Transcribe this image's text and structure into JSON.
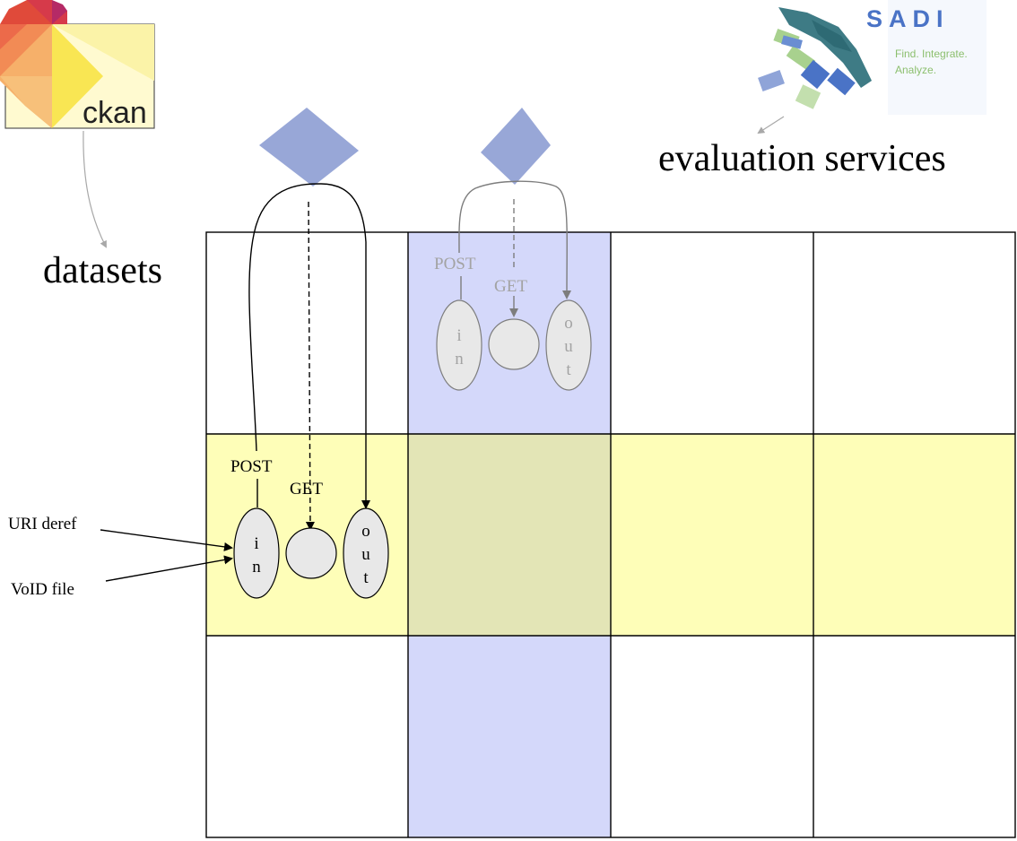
{
  "logos": {
    "ckan": {
      "text": "ckan"
    },
    "sadi": {
      "name": "SADI",
      "tagline_1": "Find. Integrate.",
      "tagline_2": "Analyze."
    }
  },
  "labels": {
    "datasets": "datasets",
    "evaluation_services": "evaluation services"
  },
  "yellow_service": {
    "post": "POST",
    "get": "GET",
    "in_letters": [
      "i",
      "n"
    ],
    "out_letters": [
      "o",
      "u",
      "t"
    ]
  },
  "blue_service": {
    "post": "POST",
    "get": "GET",
    "in_letters": [
      "i",
      "n"
    ],
    "out_letters": [
      "o",
      "u",
      "t"
    ]
  },
  "inputs": {
    "uri_deref": "URI deref",
    "void_file": "VoID file"
  },
  "colors": {
    "yellow_row": "#fefeb8",
    "blue_column": "#d4d8fa",
    "overlap_cell": "#e3e5b6",
    "diamond": "#8f9fd4",
    "node_fill": "#e8e8e8",
    "grid_line": "#000000",
    "sadi_blue": "#4a73c6",
    "sadi_teal": "#3e7b85",
    "sadi_green": "#a8d18e",
    "ckan_red": "#e04a3a",
    "ckan_orange": "#f6a35a",
    "ckan_yellow": "#f9e653"
  }
}
